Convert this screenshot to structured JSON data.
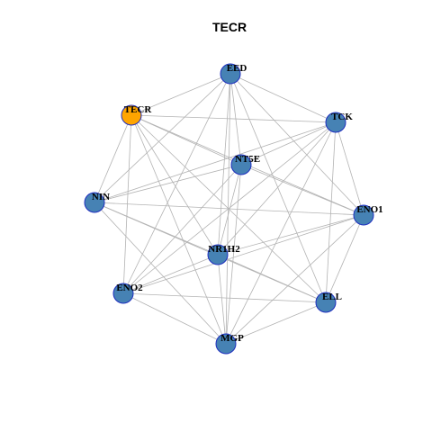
{
  "title": "TECR",
  "colors": {
    "default_node": "#4682b4",
    "highlight_node": "#ffa500",
    "node_border": "#1f2fbf",
    "edge": "#b3b3b3"
  },
  "nodes": [
    {
      "id": "EED",
      "label": "EED",
      "highlight": false
    },
    {
      "id": "TECR",
      "label": "TECR",
      "highlight": true
    },
    {
      "id": "TCK",
      "label": "TCK",
      "highlight": false
    },
    {
      "id": "NT5E",
      "label": "NT5E",
      "highlight": false
    },
    {
      "id": "NIN",
      "label": "NIN",
      "highlight": false
    },
    {
      "id": "ENO1",
      "label": "ENO1",
      "highlight": false
    },
    {
      "id": "NR1H2",
      "label": "NR1H2",
      "highlight": false
    },
    {
      "id": "ENO2",
      "label": "ENO2",
      "highlight": false
    },
    {
      "id": "ELL",
      "label": "ELL",
      "highlight": false
    },
    {
      "id": "MGP",
      "label": "MGP",
      "highlight": false
    }
  ],
  "edges": [
    [
      "EED",
      "TECR"
    ],
    [
      "EED",
      "TCK"
    ],
    [
      "EED",
      "NT5E"
    ],
    [
      "EED",
      "NIN"
    ],
    [
      "EED",
      "ENO1"
    ],
    [
      "EED",
      "NR1H2"
    ],
    [
      "EED",
      "ENO2"
    ],
    [
      "EED",
      "ELL"
    ],
    [
      "EED",
      "MGP"
    ],
    [
      "TECR",
      "TCK"
    ],
    [
      "TECR",
      "NT5E"
    ],
    [
      "TECR",
      "NIN"
    ],
    [
      "TECR",
      "ENO1"
    ],
    [
      "TECR",
      "NR1H2"
    ],
    [
      "TECR",
      "ENO2"
    ],
    [
      "TECR",
      "ELL"
    ],
    [
      "TECR",
      "MGP"
    ],
    [
      "TCK",
      "NT5E"
    ],
    [
      "TCK",
      "NIN"
    ],
    [
      "TCK",
      "ENO1"
    ],
    [
      "TCK",
      "NR1H2"
    ],
    [
      "TCK",
      "ENO2"
    ],
    [
      "TCK",
      "ELL"
    ],
    [
      "TCK",
      "MGP"
    ],
    [
      "NT5E",
      "NIN"
    ],
    [
      "NT5E",
      "ENO1"
    ],
    [
      "NT5E",
      "NR1H2"
    ],
    [
      "NT5E",
      "ENO2"
    ],
    [
      "NT5E",
      "MGP"
    ],
    [
      "NIN",
      "ENO1"
    ],
    [
      "NIN",
      "NR1H2"
    ],
    [
      "NIN",
      "ELL"
    ],
    [
      "NIN",
      "MGP"
    ],
    [
      "ENO1",
      "NR1H2"
    ],
    [
      "ENO1",
      "ENO2"
    ],
    [
      "ENO1",
      "ELL"
    ],
    [
      "ENO1",
      "MGP"
    ],
    [
      "NR1H2",
      "ENO2"
    ],
    [
      "NR1H2",
      "ELL"
    ],
    [
      "NR1H2",
      "MGP"
    ],
    [
      "ENO2",
      "ELL"
    ],
    [
      "ENO2",
      "MGP"
    ],
    [
      "ELL",
      "MGP"
    ]
  ]
}
